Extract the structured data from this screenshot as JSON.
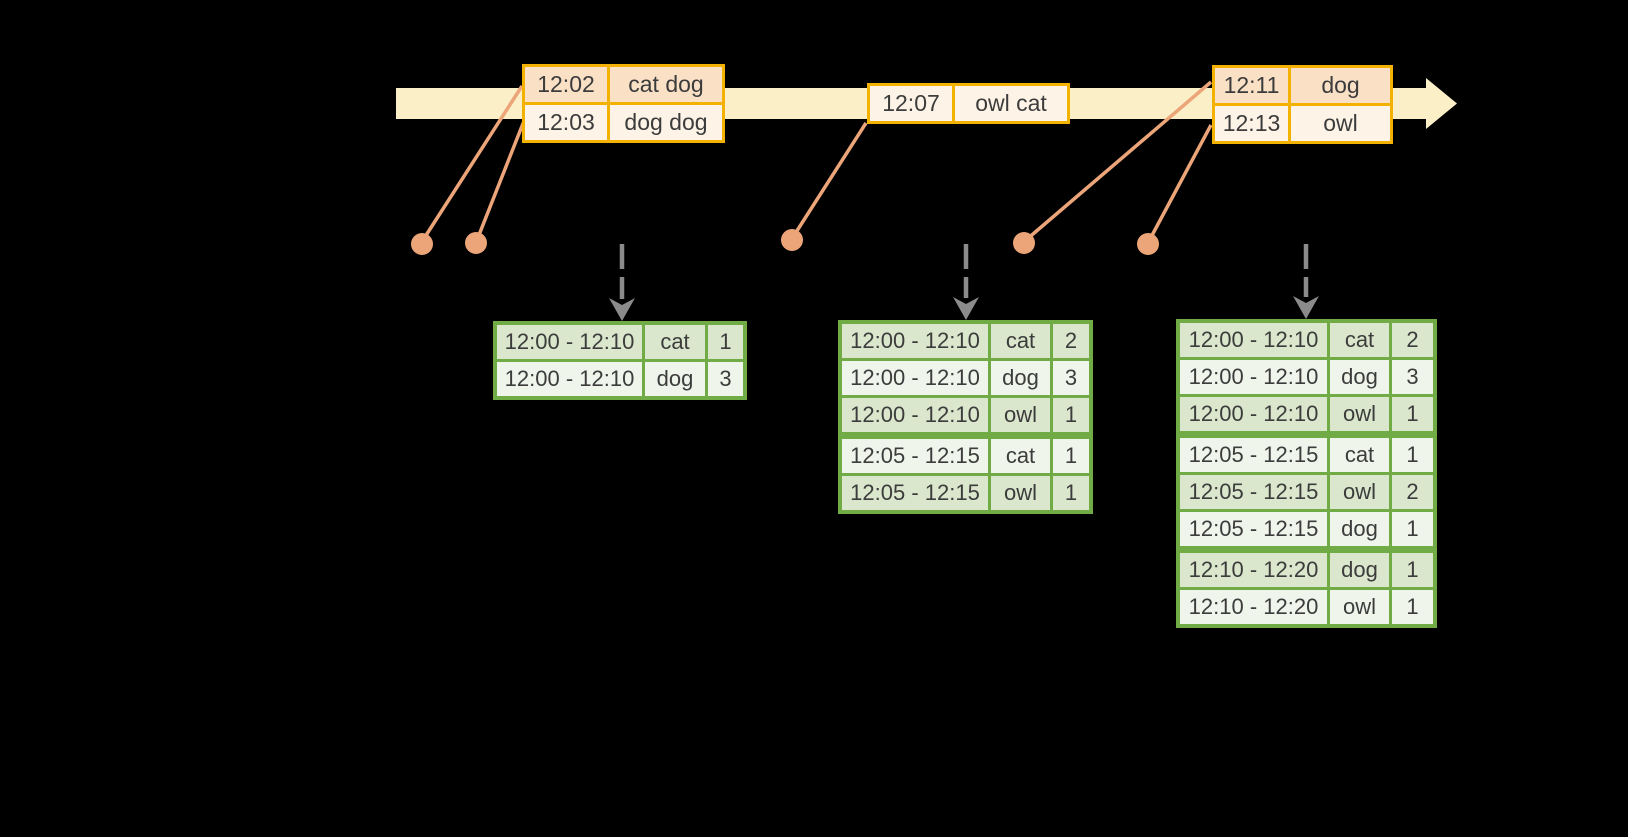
{
  "colors": {
    "background": "#000000",
    "timeline-band": "#FBEFC8",
    "orange-border": "#F3B200",
    "orange-row-dark": "#FAE0C5",
    "orange-row-light": "#FDF3E6",
    "salmon": "#ECA579",
    "green-border": "#71AB46",
    "green-row-dark": "#DAE7CC",
    "green-row-light": "#F0F5EB",
    "arrow-gray": "#8B8B8B",
    "text": "#3C3C3C"
  },
  "icons": {
    "timeline_arrow": "right-arrow",
    "trigger_arrow": "down-arrow",
    "event_marker": "dot"
  },
  "timeline": {
    "event_tables": [
      {
        "rows": [
          {
            "time": "12:02",
            "words": "cat dog"
          },
          {
            "time": "12:03",
            "words": "dog dog"
          }
        ]
      },
      {
        "rows": [
          {
            "time": "12:07",
            "words": "owl cat"
          }
        ]
      },
      {
        "rows": [
          {
            "time": "12:11",
            "words": "dog"
          },
          {
            "time": "12:13",
            "words": "owl"
          }
        ]
      }
    ]
  },
  "result_tables": [
    {
      "rows": [
        {
          "window": "12:00 - 12:10",
          "word": "cat",
          "count": "1"
        },
        {
          "window": "12:00 - 12:10",
          "word": "dog",
          "count": "3"
        }
      ]
    },
    {
      "rows": [
        {
          "window": "12:00 - 12:10",
          "word": "cat",
          "count": "2"
        },
        {
          "window": "12:00 - 12:10",
          "word": "dog",
          "count": "3"
        },
        {
          "window": "12:00 - 12:10",
          "word": "owl",
          "count": "1"
        },
        {
          "window": "12:05 - 12:15",
          "word": "cat",
          "count": "1"
        },
        {
          "window": "12:05 - 12:15",
          "word": "owl",
          "count": "1"
        }
      ]
    },
    {
      "rows": [
        {
          "window": "12:00 - 12:10",
          "word": "cat",
          "count": "2"
        },
        {
          "window": "12:00 - 12:10",
          "word": "dog",
          "count": "3"
        },
        {
          "window": "12:00 - 12:10",
          "word": "owl",
          "count": "1"
        },
        {
          "window": "12:05 - 12:15",
          "word": "cat",
          "count": "1"
        },
        {
          "window": "12:05 - 12:15",
          "word": "owl",
          "count": "2"
        },
        {
          "window": "12:05 - 12:15",
          "word": "dog",
          "count": "1"
        },
        {
          "window": "12:10 - 12:20",
          "word": "dog",
          "count": "1"
        },
        {
          "window": "12:10 - 12:20",
          "word": "owl",
          "count": "1"
        }
      ]
    }
  ]
}
